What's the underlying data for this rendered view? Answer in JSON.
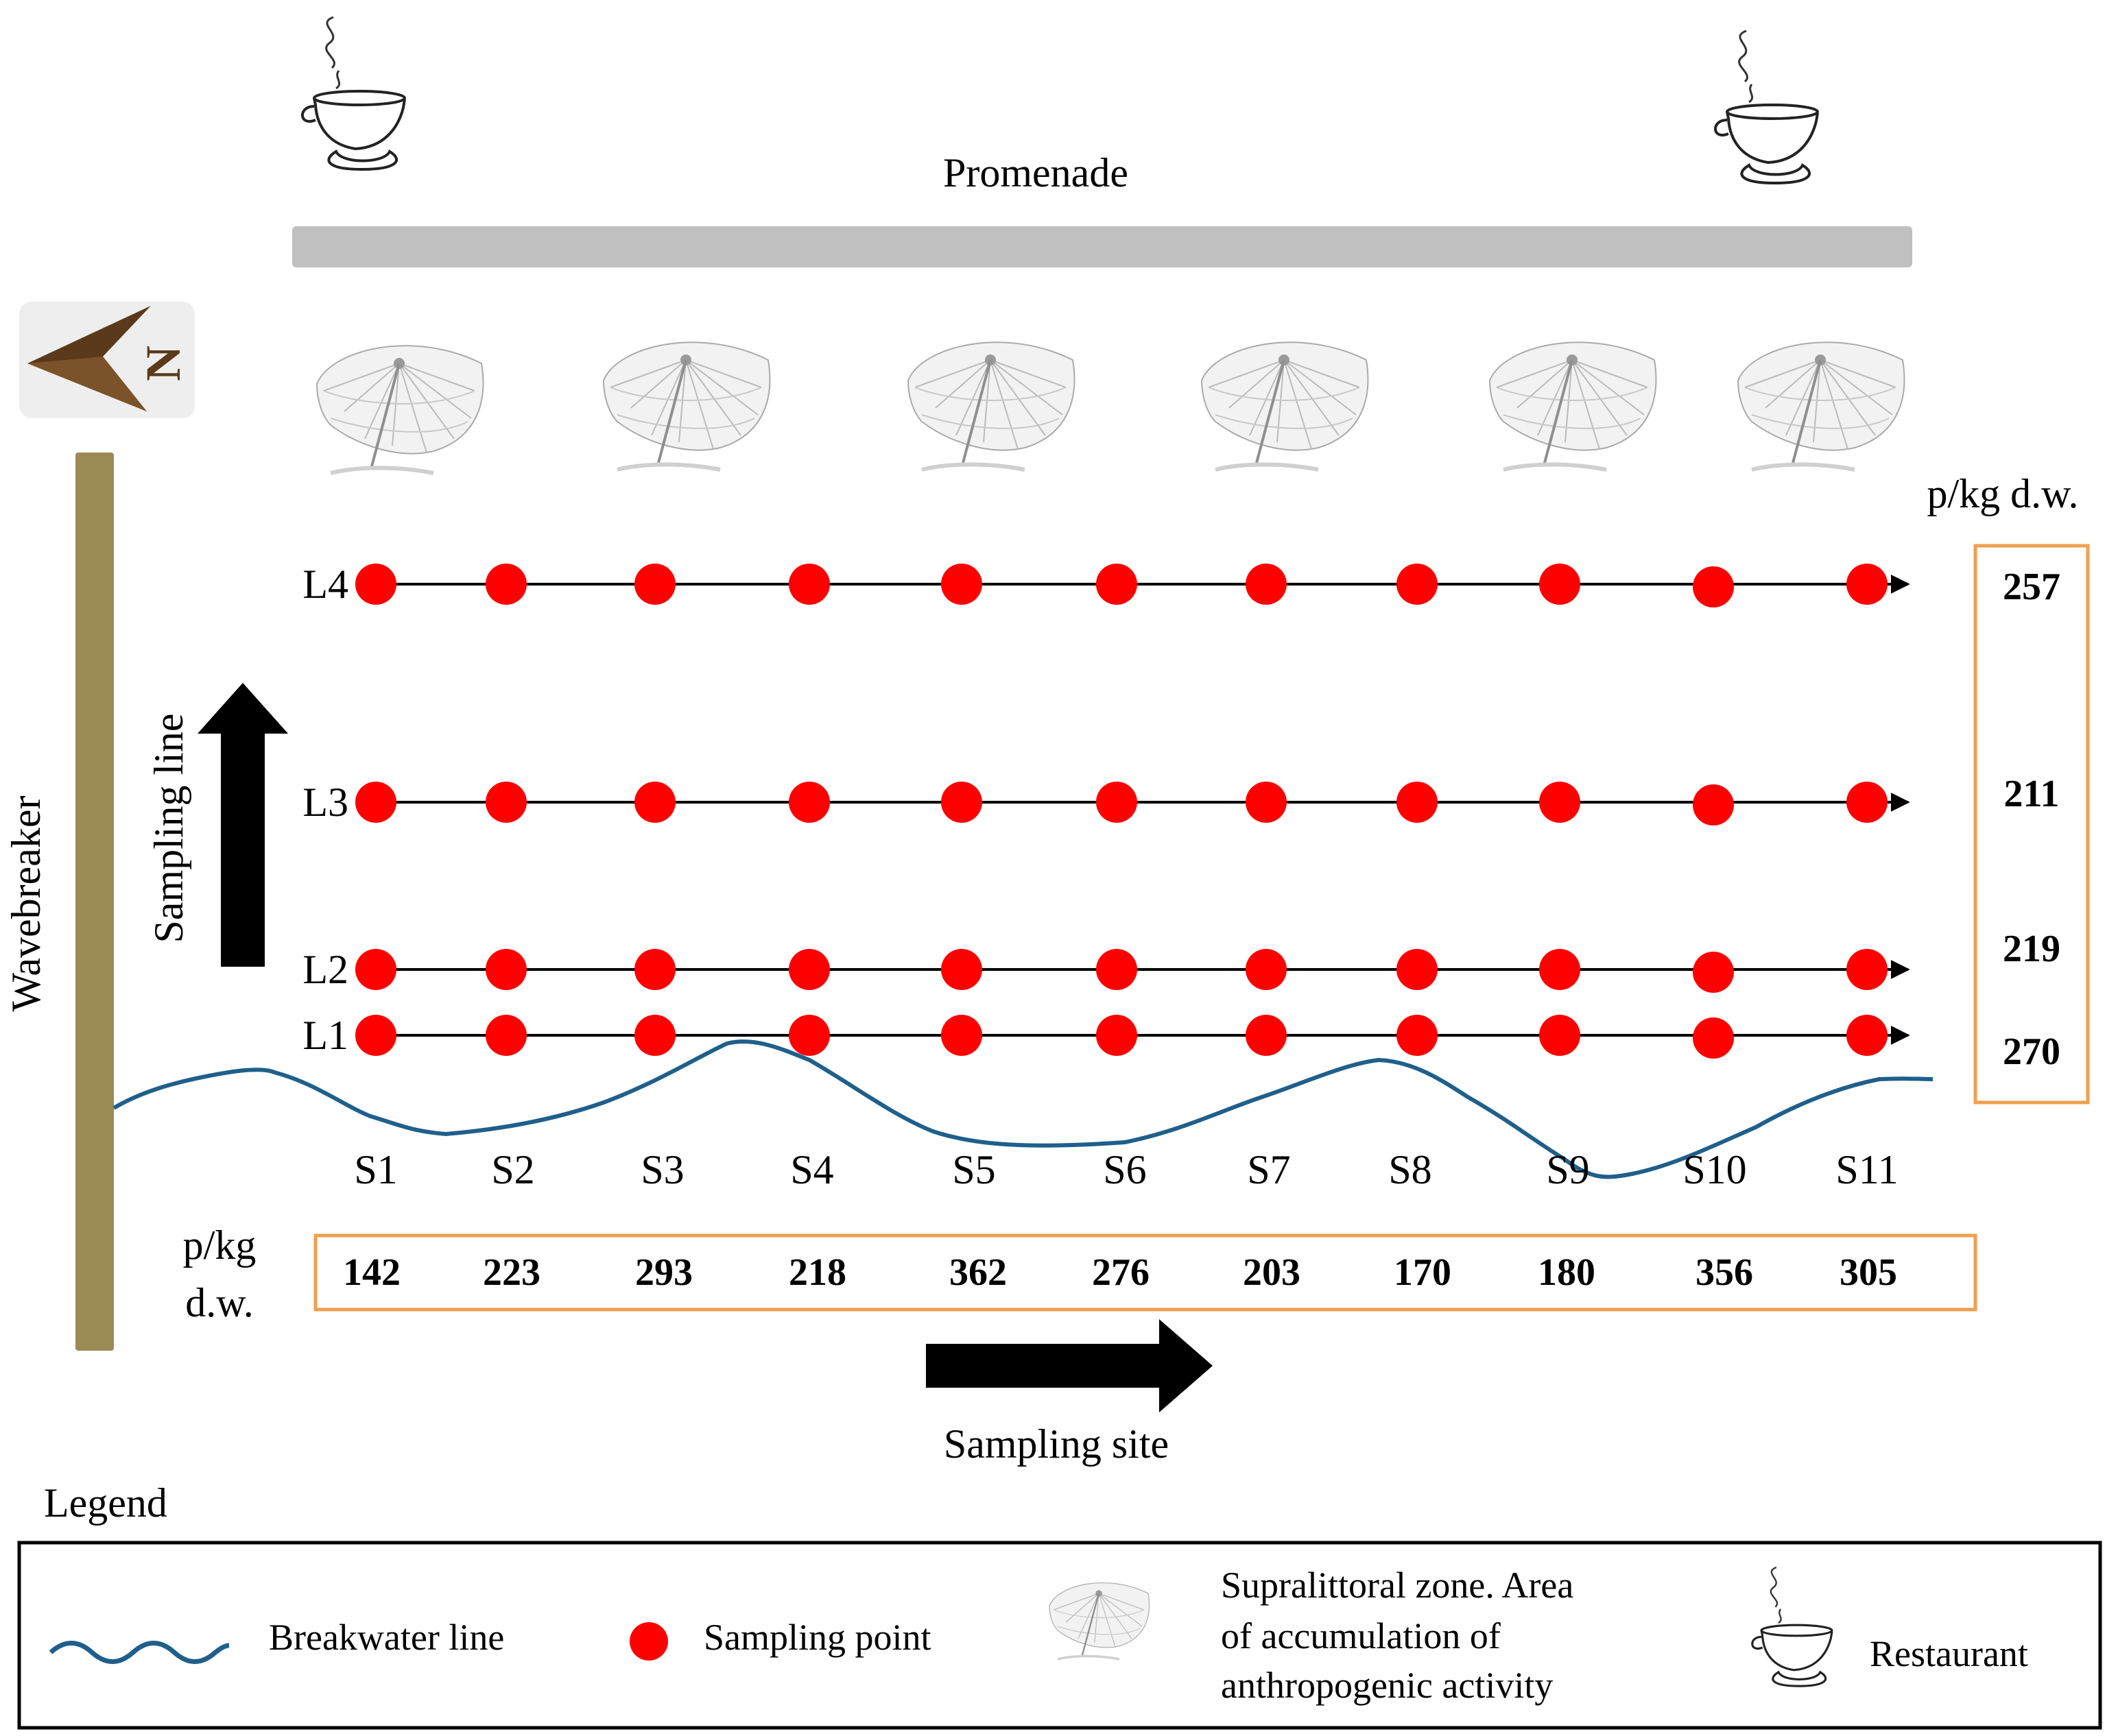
{
  "promenade_label": "Promenade",
  "wavebreaker_label": "Wavebreaker",
  "compass_letter": "N",
  "unit_label_right": "p/kg d.w.",
  "unit_label_bottom_line1": "p/kg",
  "unit_label_bottom_line2": "d.w.",
  "sampling_line_label": "Sampling line",
  "sampling_site_label": "Sampling site",
  "lines": [
    {
      "label": "L1",
      "value": "270"
    },
    {
      "label": "L2",
      "value": "219"
    },
    {
      "label": "L3",
      "value": "211"
    },
    {
      "label": "L4",
      "value": "257"
    }
  ],
  "sites": [
    {
      "label": "S1",
      "value": "142"
    },
    {
      "label": "S2",
      "value": "223"
    },
    {
      "label": "S3",
      "value": "293"
    },
    {
      "label": "S4",
      "value": "218"
    },
    {
      "label": "S5",
      "value": "362"
    },
    {
      "label": "S6",
      "value": "276"
    },
    {
      "label": "S7",
      "value": "203"
    },
    {
      "label": "S8",
      "value": "170"
    },
    {
      "label": "S9",
      "value": "180"
    },
    {
      "label": "S10",
      "value": "356"
    },
    {
      "label": "S11",
      "value": "305"
    }
  ],
  "legend": {
    "title": "Legend",
    "breakwater": "Breakwater line",
    "sampling_point": "Sampling point",
    "supralittoral_line1": "Supralittoral zone. Area",
    "supralittoral_line2": "of accumulation of",
    "supralittoral_line3": "anthropogenic activity",
    "restaurant": "Restaurant"
  },
  "colors": {
    "sampling_point": "#ff0000",
    "breakwater": "#1f5f8b",
    "wavebreaker": "#9c8a54",
    "promenade": "#c0c0c0",
    "value_box": "#f0a050"
  }
}
